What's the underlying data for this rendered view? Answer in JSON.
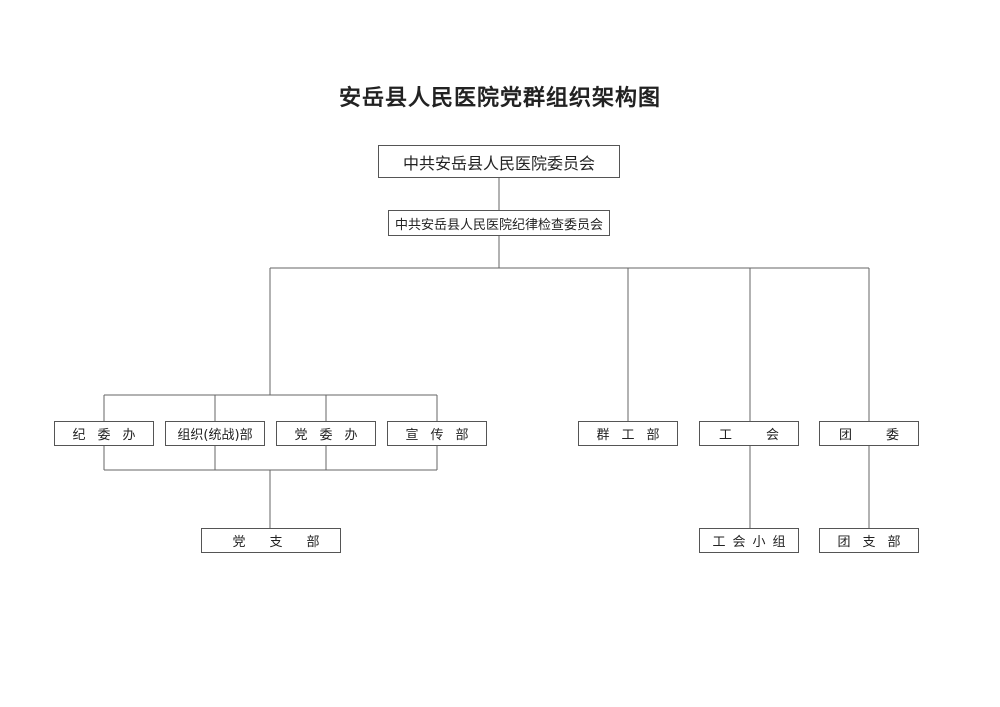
{
  "title": "安岳县人民医院党群组织架构图",
  "nodes": {
    "party_committee": "中共安岳县人民医院委员会",
    "discipline_committee": "中共安岳县人民医院纪律检查委员会",
    "discipline_office": "纪委办",
    "organization_dept": "组织(统战)部",
    "party_office": "党委办",
    "publicity_dept": "宣传部",
    "party_branch": "党支部",
    "mass_work_dept": "群工部",
    "trade_union": "工会",
    "trade_union_group": "工会小组",
    "youth_league": "团委",
    "league_branch": "团支部"
  }
}
